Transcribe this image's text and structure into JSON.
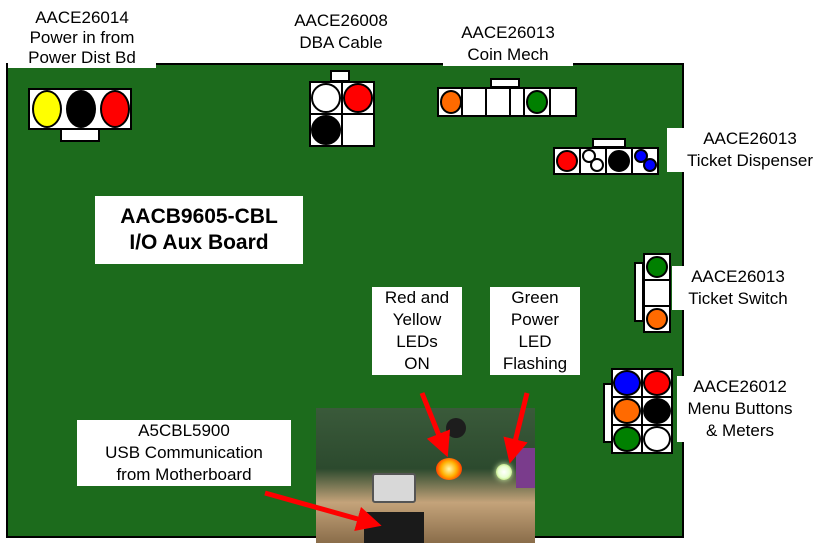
{
  "board": {
    "title_line1": "AACB9605-CBL",
    "title_line2": "I/O Aux Board"
  },
  "labels": {
    "power": "AACE26014\nPower in from\nPower Dist Bd",
    "dba": "AACE26008\nDBA Cable",
    "coin": "AACE26013\nCoin Mech",
    "ticket_dispenser": "AACE26013\nTicket Dispenser",
    "ticket_switch": "AACE26013\nTicket Switch",
    "menu": "AACE26012\nMenu Buttons\n& Meters",
    "red_yellow": "Red and\nYellow\nLEDs\nON",
    "green_power": "Green\nPower\nLED\nFlashing",
    "usb": "A5CBL5900\nUSB Communication\nfrom Motherboard"
  },
  "colors": {
    "board": "#1c6b1c",
    "yellow": "#ffff00",
    "black": "#000000",
    "red": "#ff0000",
    "white": "#ffffff",
    "orange": "#ff6a00",
    "green": "#008000",
    "blue": "#0000ff",
    "arrow": "#ff0000"
  }
}
